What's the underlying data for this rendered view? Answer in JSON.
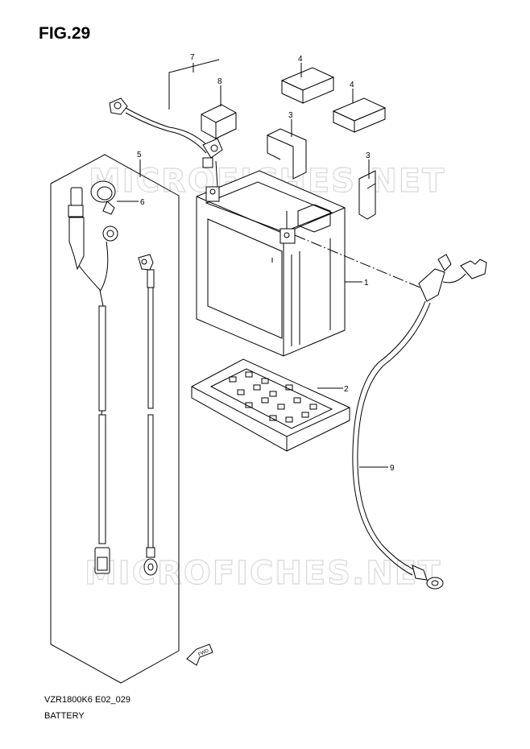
{
  "figure": {
    "title": "FIG.29",
    "model_code": "VZR1800K6 E02_029",
    "section_name": "BATTERY"
  },
  "watermark": "MICROFICHES.NET",
  "fwd_label": "FWD",
  "callouts": [
    {
      "id": "c1",
      "label": "1"
    },
    {
      "id": "c2",
      "label": "2"
    },
    {
      "id": "c3a",
      "label": "3"
    },
    {
      "id": "c3b",
      "label": "3"
    },
    {
      "id": "c4a",
      "label": "4"
    },
    {
      "id": "c4b",
      "label": "4"
    },
    {
      "id": "c5",
      "label": "5"
    },
    {
      "id": "c6",
      "label": "6"
    },
    {
      "id": "c7",
      "label": "7"
    },
    {
      "id": "c8",
      "label": "8"
    },
    {
      "id": "c9",
      "label": "9"
    }
  ]
}
